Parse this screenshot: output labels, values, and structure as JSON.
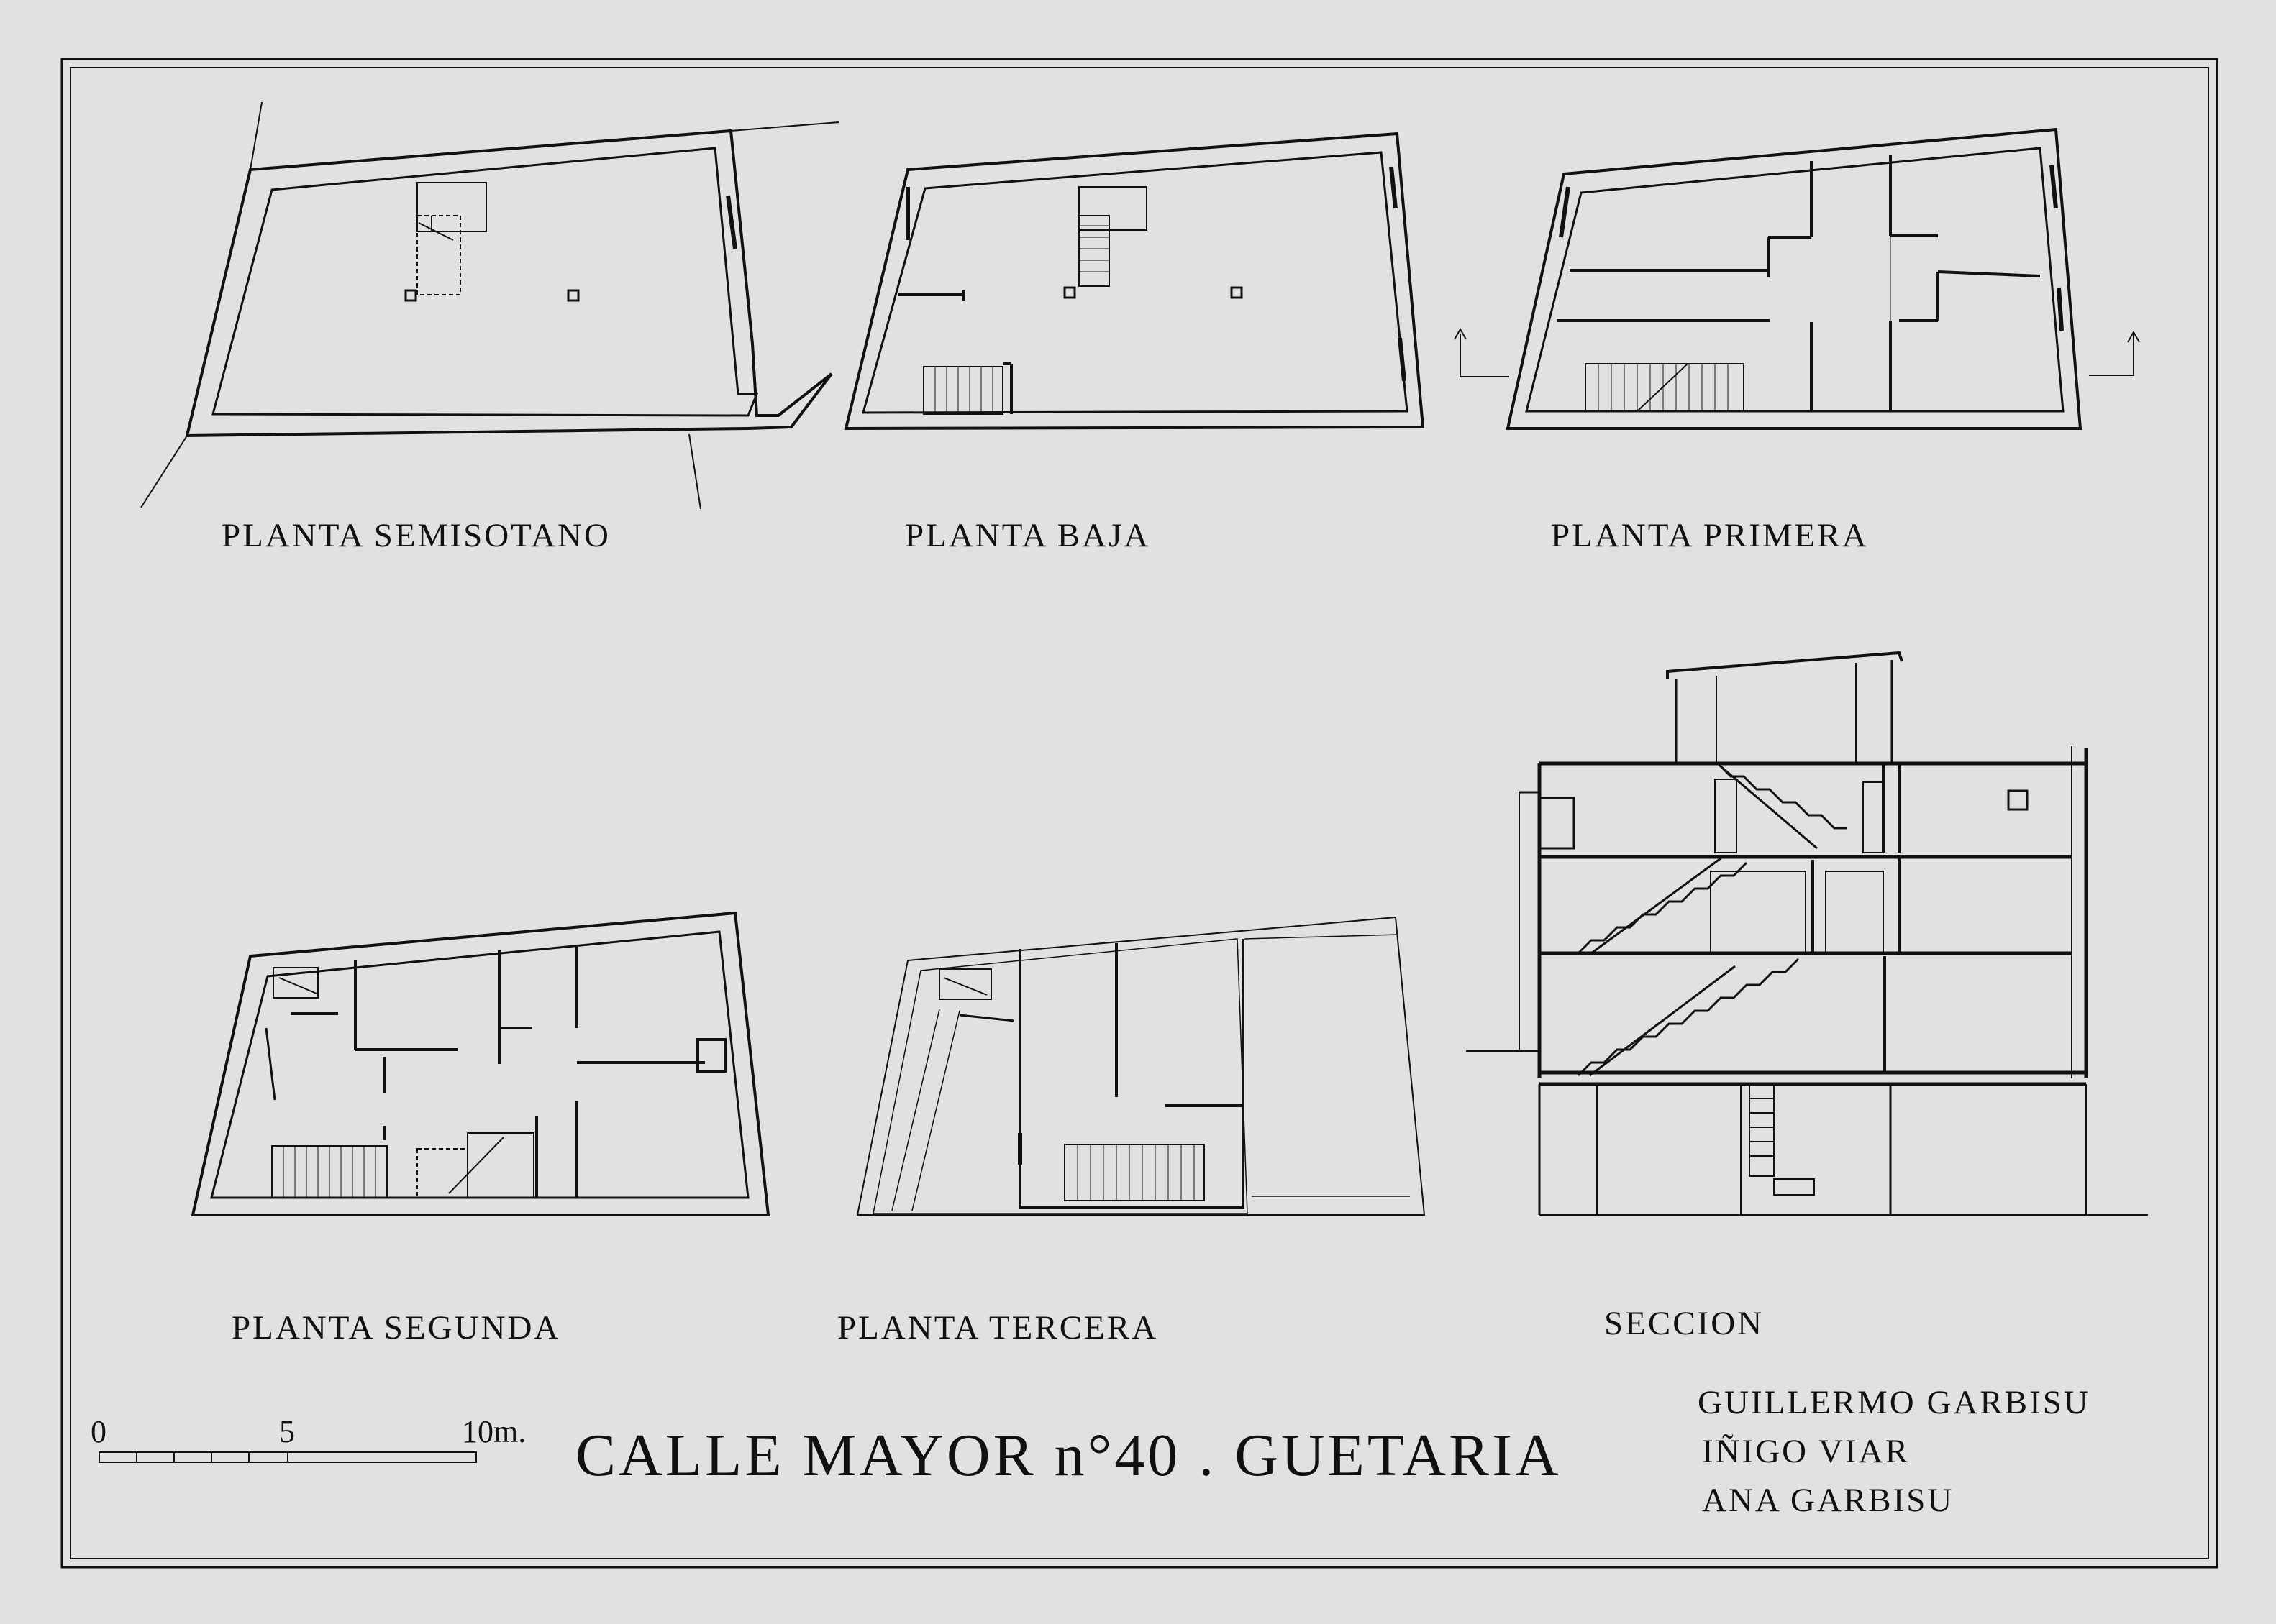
{
  "sheet": {
    "title": "CALLE MAYOR n°40 .  GUETARIA",
    "paper_color": "#e1e1e1",
    "ink_color": "#111111"
  },
  "plans": [
    {
      "label": "PLANTA SEMISOTANO"
    },
    {
      "label": "PLANTA BAJA"
    },
    {
      "label": "PLANTA PRIMERA"
    },
    {
      "label": "PLANTA SEGUNDA"
    },
    {
      "label": "PLANTA TERCERA"
    },
    {
      "label": "SECCION"
    }
  ],
  "scale_bar": {
    "start": "0",
    "mid": "5",
    "end": "10m."
  },
  "authors": [
    "GUILLERMO GARBISU",
    "IÑIGO VIAR",
    "ANA GARBISU"
  ]
}
